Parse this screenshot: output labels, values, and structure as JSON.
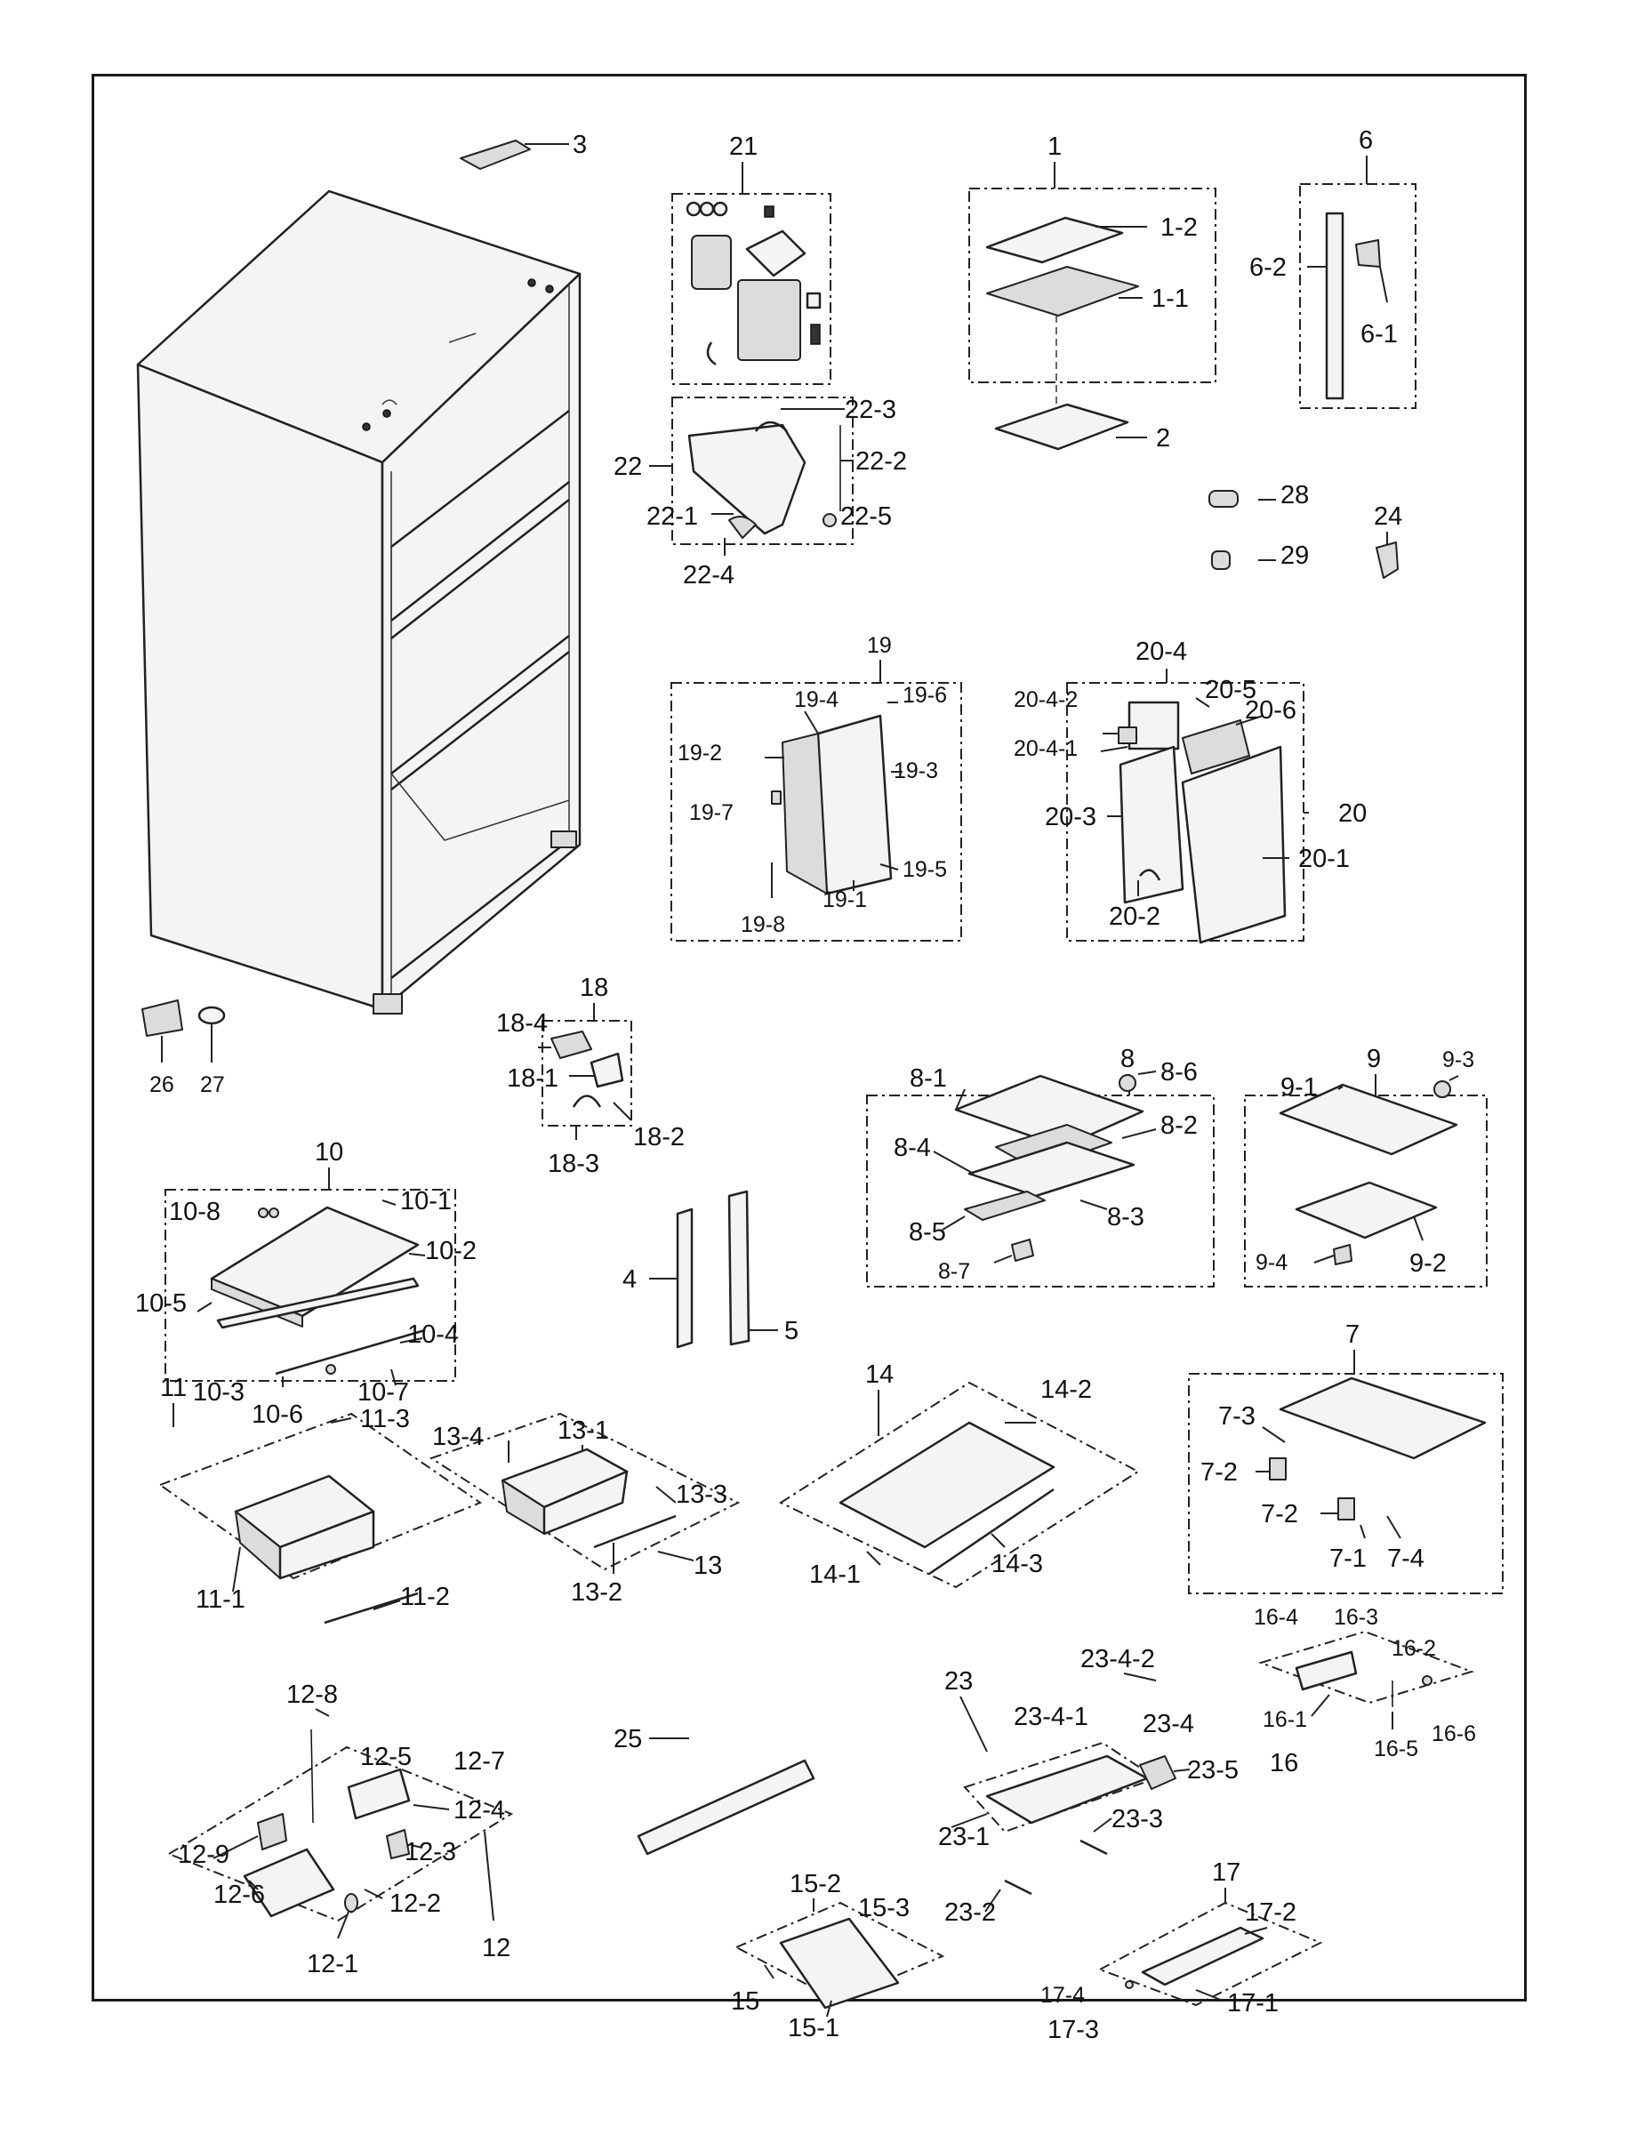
{
  "labels": {
    "p1": "1",
    "p1_1": "1-1",
    "p1_2": "1-2",
    "p2": "2",
    "p3": "3",
    "p4": "4",
    "p5": "5",
    "p6": "6",
    "p6_1": "6-1",
    "p6_2": "6-2",
    "p7": "7",
    "p7_1": "7-1",
    "p7_2a": "7-2",
    "p7_2b": "7-2",
    "p7_3": "7-3",
    "p7_4": "7-4",
    "p8": "8",
    "p8_1": "8-1",
    "p8_2": "8-2",
    "p8_3": "8-3",
    "p8_4": "8-4",
    "p8_5": "8-5",
    "p8_6": "8-6",
    "p8_7": "8-7",
    "p9": "9",
    "p9_1": "9-1",
    "p9_2": "9-2",
    "p9_3": "9-3",
    "p9_4": "9-4",
    "p10": "10",
    "p10_1": "10-1",
    "p10_2": "10-2",
    "p10_3": "10-3",
    "p10_4": "10-4",
    "p10_5": "10-5",
    "p10_6": "10-6",
    "p10_7": "10-7",
    "p10_8": "10-8",
    "p11": "11",
    "p11_1": "11-1",
    "p11_2": "11-2",
    "p11_3": "11-3",
    "p12": "12",
    "p12_1": "12-1",
    "p12_2": "12-2",
    "p12_3": "12-3",
    "p12_4": "12-4",
    "p12_5": "12-5",
    "p12_6": "12-6",
    "p12_7": "12-7",
    "p12_8": "12-8",
    "p12_9": "12-9",
    "p13": "13",
    "p13_1": "13-1",
    "p13_2": "13-2",
    "p13_3": "13-3",
    "p13_4": "13-4",
    "p14": "14",
    "p14_1": "14-1",
    "p14_2": "14-2",
    "p14_3": "14-3",
    "p15": "15",
    "p15_1": "15-1",
    "p15_2": "15-2",
    "p15_3": "15-3",
    "p16": "16",
    "p16_1": "16-1",
    "p16_2": "16-2",
    "p16_3": "16-3",
    "p16_4": "16-4",
    "p16_5": "16-5",
    "p16_6": "16-6",
    "p17": "17",
    "p17_1": "17-1",
    "p17_2": "17-2",
    "p17_3": "17-3",
    "p17_4": "17-4",
    "p18": "18",
    "p18_1": "18-1",
    "p18_2": "18-2",
    "p18_3": "18-3",
    "p18_4": "18-4",
    "p19": "19",
    "p19_1": "19-1",
    "p19_2": "19-2",
    "p19_3": "19-3",
    "p19_4": "19-4",
    "p19_5": "19-5",
    "p19_6": "19-6",
    "p19_7": "19-7",
    "p19_8": "19-8",
    "p20": "20",
    "p20_1": "20-1",
    "p20_2": "20-2",
    "p20_3": "20-3",
    "p20_4": "20-4",
    "p20_4_1": "20-4-1",
    "p20_4_2": "20-4-2",
    "p20_5": "20-5",
    "p20_6": "20-6",
    "p21": "21",
    "p22": "22",
    "p22_1": "22-1",
    "p22_2": "22-2",
    "p22_3": "22-3",
    "p22_4": "22-4",
    "p22_5": "22-5",
    "p23": "23",
    "p23_1": "23-1",
    "p23_2": "23-2",
    "p23_3": "23-3",
    "p23_4": "23-4",
    "p23_4_1": "23-4-1",
    "p23_4_2": "23-4-2",
    "p23_5": "23-5",
    "p24": "24",
    "p25": "25",
    "p26": "26",
    "p27": "27",
    "p28": "28",
    "p29": "29"
  }
}
